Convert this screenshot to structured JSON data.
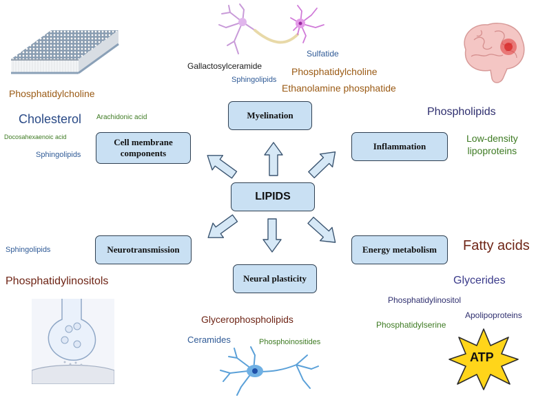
{
  "center": "LIPIDS",
  "nodes": {
    "myelination": "Myelination",
    "cell_membrane": "Cell membrane components",
    "inflammation": "Inflammation",
    "neurotransmission": "Neurotransmission",
    "energy_metabolism": "Energy metabolism",
    "neural_plasticity": "Neural plasticity"
  },
  "labels": {
    "membrane": {
      "phosphatidylcholine": "Phosphatidylcholine",
      "cholesterol": "Cholesterol",
      "arachidonic_acid": "Arachidonic acid",
      "docosahexaenoic_acid": "Docosahexaenoic acid",
      "sphingolipids": "Sphingolipids"
    },
    "myelination": {
      "galactosylceramide": "Gallactosylceramide",
      "sulfatide": "Sulfatide",
      "sphingolipids": "Sphingolipids",
      "phosphatidylcholine": "Phosphatidylcholine",
      "ethanolamine_phosphatide": "Ethanolamine phosphatide"
    },
    "inflammation": {
      "phospholipids": "Phospholipids",
      "ldl": "Low-density\nlipoproteins"
    },
    "neurotransmission": {
      "sphingolipids": "Sphingolipids",
      "phosphatidylinositols": "Phosphatidylinositols"
    },
    "energy": {
      "fatty_acids": "Fatty acids",
      "glycerides": "Glycerides",
      "phosphatidylinositol": "Phosphatidylinositol",
      "apolipoproteins": "Apolipoproteins",
      "phosphatidylserine": "Phosphatidylserine",
      "atp": "ATP"
    },
    "plasticity": {
      "glycerophospholipids": "Glycerophospholipids",
      "ceramides": "Ceramides",
      "phosphoinositides": "Phosphoinositides"
    }
  },
  "colors": {
    "node_fill": "#c9e0f3",
    "node_border": "#2d3e50",
    "arrow_fill": "#d6e8f6",
    "arrow_stroke": "#3a5470",
    "brown": "#9a5a14",
    "blue": "#2f5a96",
    "navy": "#2e2e6e",
    "green": "#3d7a22",
    "dark_red": "#6e2415",
    "atp_yellow": "#ffd51a"
  },
  "icons": [
    "membrane-bilayer-icon",
    "oligodendrocyte-neuron-icon",
    "brain-icon",
    "synapse-icon",
    "neuron-icon",
    "atp-burst-icon"
  ]
}
